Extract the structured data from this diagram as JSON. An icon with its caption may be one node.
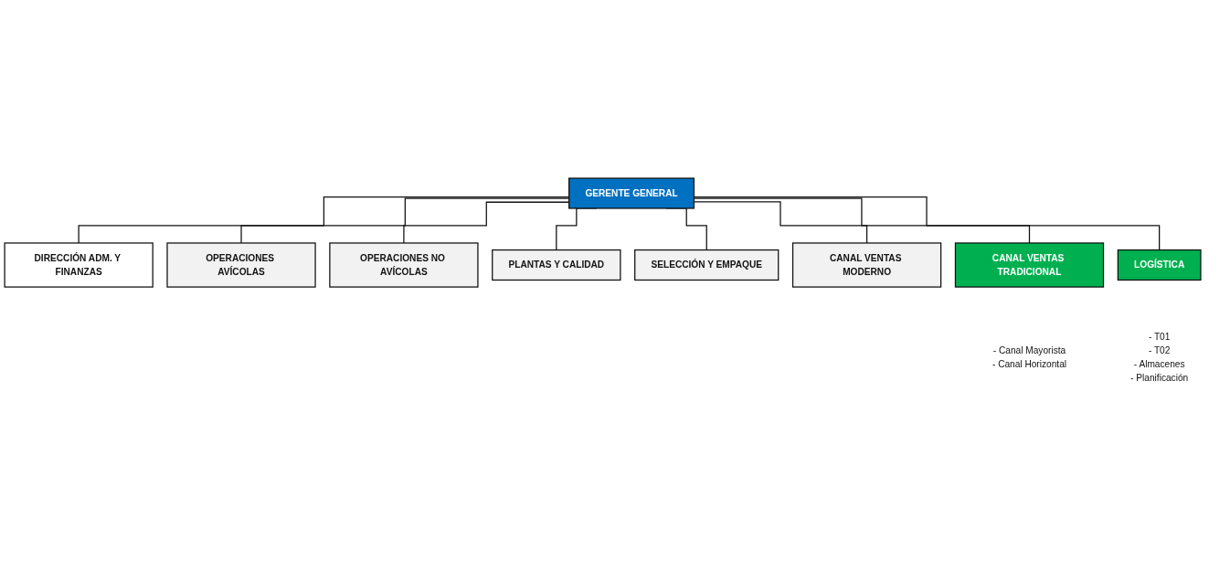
{
  "diagram": {
    "nodes": [
      {
        "text": [
          "GERENTE GENERAL"
        ]
      },
      {
        "text": [
          "DIRECCIÓN ADM. Y FINANZAS"
        ]
      },
      {
        "text": [
          "OPERACIONES AVÍCOLAS"
        ]
      },
      {
        "text": [
          "OPERACIONES NO AVÍCOLAS"
        ]
      },
      {
        "text": [
          "PLANTAS Y CALIDAD"
        ]
      },
      {
        "text": [
          "SELECCIÓN Y EMPAQUE"
        ]
      },
      {
        "text": [
          "CANAL VENTAS MODERNO"
        ]
      },
      {
        "text": [
          "CANAL VENTAS TRADICIONAL"
        ],
        "beside": [
          "- Canal Mayorista",
          "- Canal Horizontal"
        ]
      },
      {
        "text": [
          "LOGÍSTICA"
        ],
        "beside": [
          "- T01",
          "- T02",
          "- Almacenes",
          "- Planificación"
        ]
      }
    ],
    "edges": [
      {
        "from": 0,
        "to": 1,
        "arrow": "none"
      },
      {
        "from": 0,
        "to": 2,
        "arrow": "none"
      },
      {
        "from": 0,
        "to": 3,
        "arrow": "none"
      },
      {
        "from": 0,
        "to": 4,
        "arrow": "none"
      },
      {
        "from": 0,
        "to": 5,
        "arrow": "none"
      },
      {
        "from": 0,
        "to": 6,
        "arrow": "none"
      },
      {
        "from": 0,
        "to": 7,
        "arrow": "none"
      },
      {
        "from": 0,
        "to": 8,
        "arrow": "none"
      }
    ]
  }
}
